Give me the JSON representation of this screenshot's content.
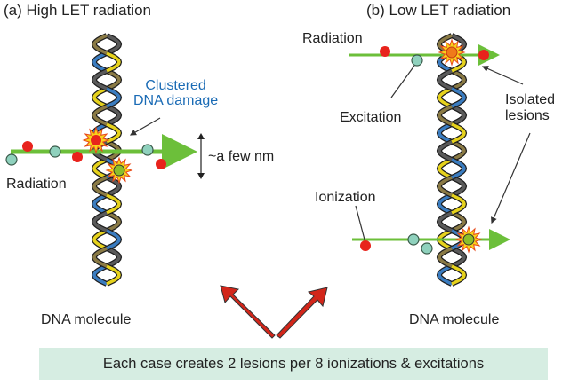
{
  "panels": {
    "a": {
      "title": "(a)  High LET radiation",
      "radiation_label": "Radiation",
      "clustered_label_line1": "Clustered",
      "clustered_label_line2": "DNA damage",
      "scale_label": "~a few nm",
      "molecule_label": "DNA molecule"
    },
    "b": {
      "title": "(b) Low LET radiation",
      "radiation_label": "Radiation",
      "excitation_label": "Excitation",
      "isolated_label_line1": "Isolated",
      "isolated_label_line2": "lesions",
      "ionization_label": "Ionization",
      "molecule_label": "DNA molecule"
    }
  },
  "footer": {
    "text": "Each case creates 2 lesions per 8 ionizations & excitations"
  },
  "legend_colors": {
    "ionization": "#e8231c",
    "excitation": "#8fd1bd",
    "radiation_track": "#6cbf3a",
    "lesion_burst": "#f7d21c",
    "clustered_text": "#1a6bb5",
    "arrows": "#d2261a",
    "footer_bg": "#d6ede2"
  }
}
